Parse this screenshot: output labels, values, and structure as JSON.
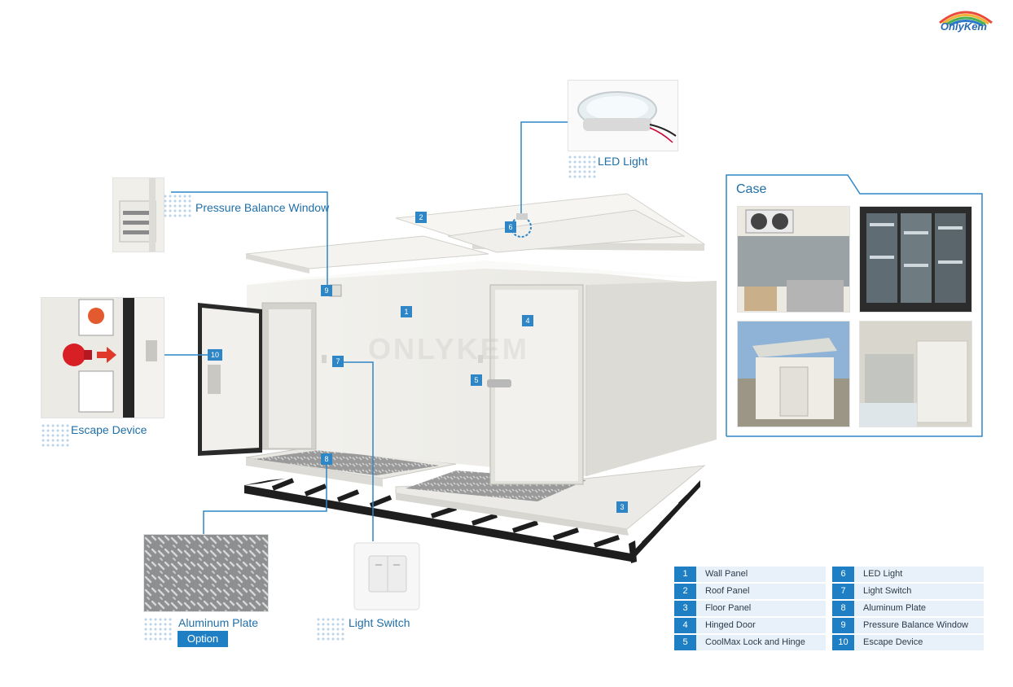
{
  "brand": {
    "logo_text": "OnlyKem",
    "watermark": "ONLYKEM"
  },
  "callouts": {
    "led_light": "LED Light",
    "pressure_window": "Pressure Balance Window",
    "escape_device": "Escape Device",
    "aluminum_plate": "Aluminum Plate",
    "option": "Option",
    "light_switch": "Light Switch"
  },
  "case_section": {
    "title": "Case"
  },
  "markers": {
    "m1": "1",
    "m2": "2",
    "m3": "3",
    "m4": "4",
    "m5": "5",
    "m6": "6",
    "m7": "7",
    "m8": "8",
    "m9": "9",
    "m10": "10"
  },
  "legend": [
    {
      "num": "1",
      "label": "Wall Panel"
    },
    {
      "num": "2",
      "label": "Roof Panel"
    },
    {
      "num": "3",
      "label": "Floor Panel"
    },
    {
      "num": "4",
      "label": "Hinged Door"
    },
    {
      "num": "5",
      "label": "CoolMax Lock and Hinge"
    },
    {
      "num": "6",
      "label": "LED Light"
    },
    {
      "num": "7",
      "label": "Light Switch"
    },
    {
      "num": "8",
      "label": "Aluminum Plate"
    },
    {
      "num": "9",
      "label": "Pressure Balance Window"
    },
    {
      "num": "10",
      "label": "Escape Device"
    }
  ],
  "colors": {
    "accent": "#1f7fc4",
    "line": "#2f86c6",
    "panel": "#f1f0ec"
  }
}
